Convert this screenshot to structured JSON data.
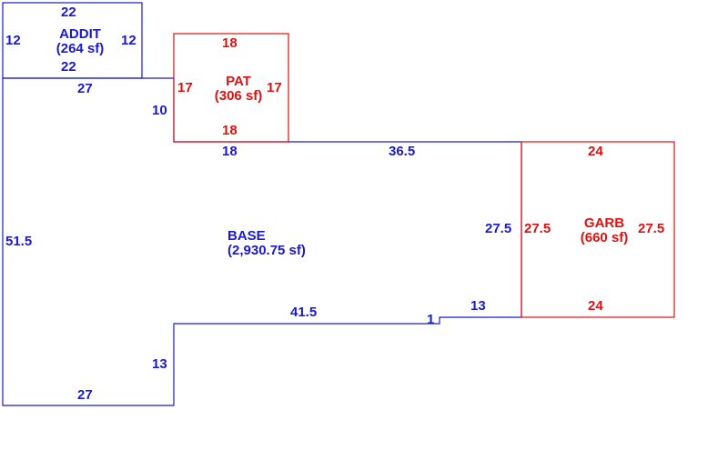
{
  "colors": {
    "base": "#1a1acc",
    "addition": "#dd1111",
    "background": "#ffffff"
  },
  "addit": {
    "name": "ADDIT",
    "area": "(264 sf)",
    "top": "22",
    "bottom": "22",
    "left": "12",
    "right": "12"
  },
  "pat": {
    "name": "PAT",
    "area": "(306 sf)",
    "top": "18",
    "bottom": "18",
    "left": "17",
    "right": "17"
  },
  "garb": {
    "name": "GARB",
    "area": "(660 sf)",
    "top": "24",
    "bottom": "24",
    "left": "27.5",
    "right": "27.5"
  },
  "base": {
    "name": "BASE",
    "area": "(2,930.75 sf)",
    "top_left": "27",
    "step_left": "10",
    "top_mid": "18",
    "top_right": "36.5",
    "right": "27.5",
    "bottom_right": "13",
    "jog": "1",
    "bottom_mid": "41.5",
    "inner_left": "13",
    "bottom_left": "27",
    "left": "51.5"
  }
}
